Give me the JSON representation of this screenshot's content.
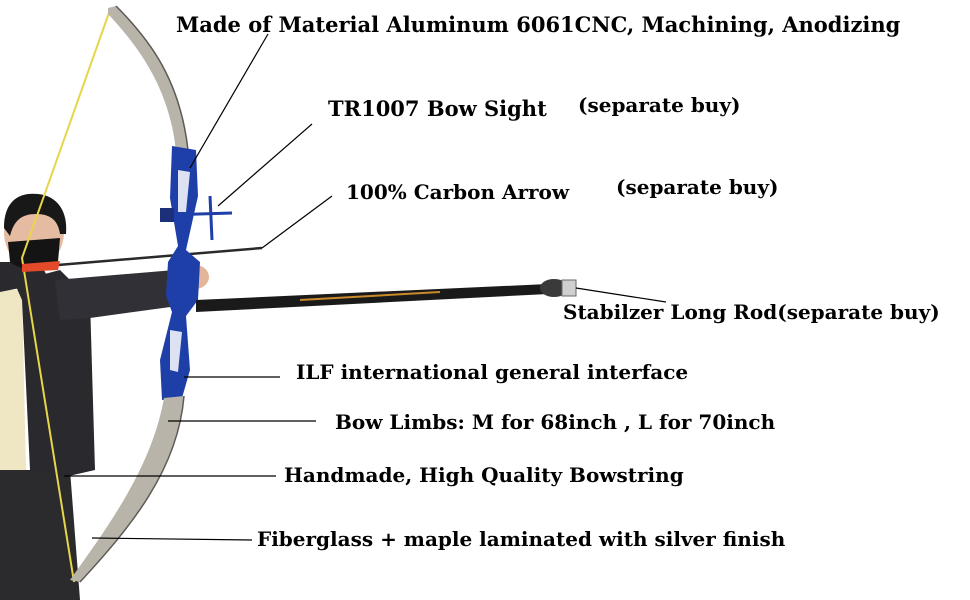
{
  "callouts": {
    "material": "Made of Material Aluminum 6061CNC,  Machining, Anodizing",
    "bow_sight": "TR1007 Bow Sight",
    "bow_sight_note": "(separate buy)",
    "carbon_arrow": "100% Carbon Arrow",
    "carbon_arrow_note": "(separate buy)",
    "stabilizer": "Stabilzer Long Rod(separate buy)",
    "ilf": "ILF international general interface",
    "limbs": "Bow Limbs: M for 68inch , L for 70inch",
    "bowstring": "Handmade, High Quality Bowstring",
    "fiberglass": "Fiberglass + maple laminated with silver finish"
  },
  "colors": {
    "riser": "#1f3fa8",
    "limb": "#b9b4aa",
    "string": "#e7d54a",
    "jacket": "#2a2a2e",
    "stabilizer": "#1a1a1a",
    "stabilizer_accent": "#c98a2c",
    "leader_line": "#000000"
  }
}
